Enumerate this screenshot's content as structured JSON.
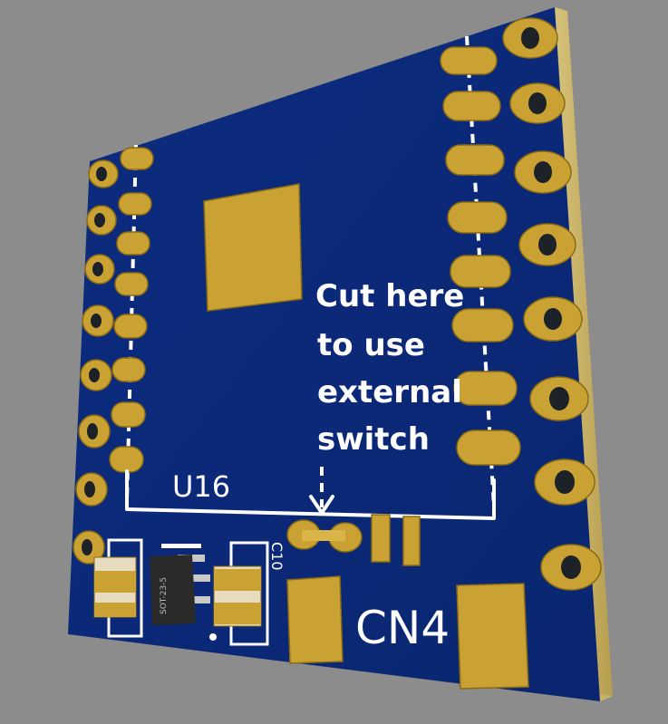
{
  "labels": {
    "cut_note_line1": "Cut here",
    "cut_note_line2": "to use",
    "cut_note_line3": "external",
    "cut_note_line4": "switch",
    "module_ref": "U16",
    "connector_ref": "CN4",
    "cap_ref": "C10",
    "ic_marking": "SOT-23-5"
  },
  "colors": {
    "background": "#8c8c8c",
    "board": "#0b2a7a",
    "pad_gold": "#c9a233",
    "silkscreen": "#ffffff"
  }
}
